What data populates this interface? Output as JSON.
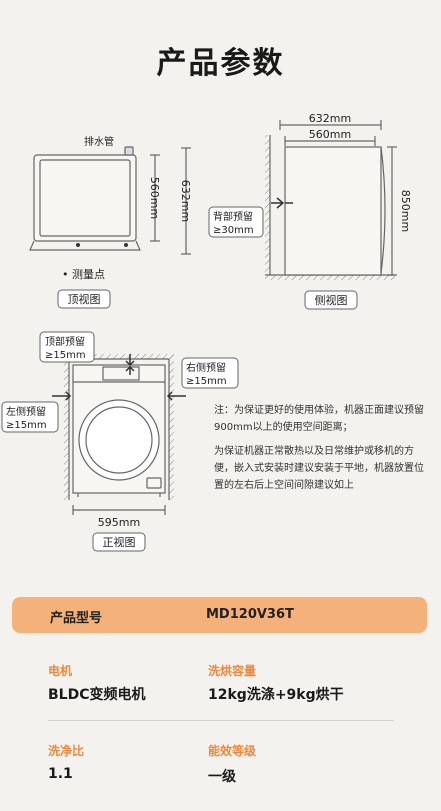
{
  "title": "产品参数",
  "top_view": {
    "drain_label": "排水管",
    "dim_inner": "560mm",
    "dim_outer": "632mm",
    "measure_point": "• 测量点",
    "caption": "顶视图"
  },
  "side_view": {
    "width_outer": "632mm",
    "width_inner": "560mm",
    "height": "850mm",
    "rear_label": "背部预留",
    "rear_value": "≥30mm",
    "caption": "侧视图"
  },
  "front_view": {
    "top_label": "顶部预留",
    "top_value": "≥15mm",
    "left_label": "左侧预留",
    "left_value": "≥15mm",
    "right_label": "右侧预留",
    "right_value": "≥15mm",
    "width": "595mm",
    "caption": "正视图"
  },
  "notes": [
    "注：为保证更好的使用体验，机器正面建议预留900mm以上的使用空间距离；",
    "为保证机器正常散热以及日常维护或移机的方便，嵌入式安装时建议安装于平地，机器放置位置的左右后上空间间隙建议如上"
  ],
  "model": {
    "label": "产品型号",
    "value": "MD120V36T"
  },
  "specs": [
    {
      "label": "电机",
      "value": "BLDC变频电机"
    },
    {
      "label": "洗烘容量",
      "value": "12kg洗涤+9kg烘干"
    },
    {
      "label": "洗净比",
      "value": "1.1"
    },
    {
      "label": "能效等级",
      "value": "一级"
    }
  ],
  "colors": {
    "accent": "#e98a3f",
    "band": "#f4b27a",
    "line": "#555555"
  }
}
